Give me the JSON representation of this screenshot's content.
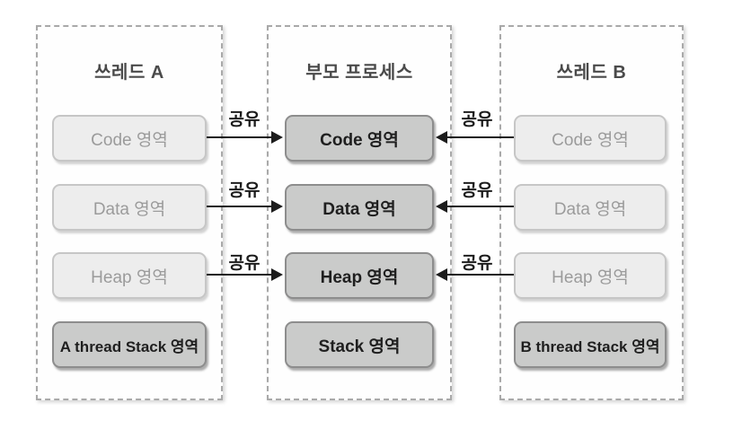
{
  "diagram": {
    "panels": {
      "thread_a": {
        "title": "쓰레드 A",
        "boxes": {
          "code": "Code 영역",
          "data": "Data 영역",
          "heap": "Heap 영역",
          "stack": "A thread Stack 영역"
        }
      },
      "parent": {
        "title": "부모 프로세스",
        "boxes": {
          "code": "Code 영역",
          "data": "Data 영역",
          "heap": "Heap 영역",
          "stack": "Stack 영역"
        }
      },
      "thread_b": {
        "title": "쓰레드 B",
        "boxes": {
          "code": "Code 영역",
          "data": "Data 영역",
          "heap": "Heap 영역",
          "stack": "B thread Stack 영역"
        }
      }
    },
    "share_label": "공유",
    "icons": {
      "share_arrow_into_parent_from_left": "css-triangle-right",
      "share_arrow_into_parent_from_right": "css-triangle-left"
    },
    "colors": {
      "background": "#ffffff",
      "panel_dashed_border": "#a9a9a9",
      "side_box_fill": "#ededed",
      "side_box_border": "#c6c6c6",
      "side_box_text": "#9b9b9b",
      "shared_box_fill": "#cacbca",
      "shared_box_border": "#8d8d8d",
      "shared_box_text": "#1f1f1f",
      "title_text": "#4a4a4a",
      "arrow": "#1c1c1c"
    }
  }
}
